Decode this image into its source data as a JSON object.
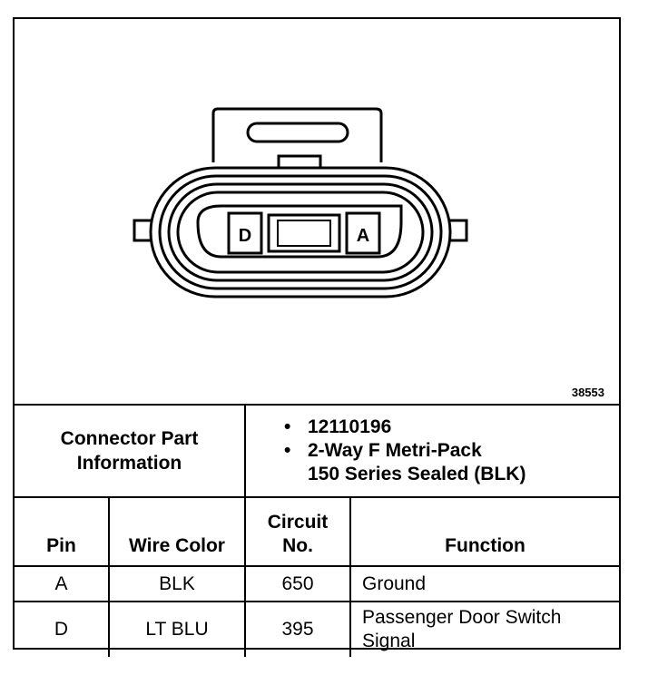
{
  "figure_id": "38553",
  "connector": {
    "pins_shown": [
      "D",
      "A"
    ]
  },
  "part_info": {
    "label_lines": [
      "Connector Part",
      "Information"
    ],
    "bullet": "•",
    "part_number": "12110196",
    "description_line1": "2-Way F Metri-Pack",
    "description_line2": "150 Series Sealed (BLK)"
  },
  "table": {
    "headers": {
      "pin": "Pin",
      "wire_color": "Wire Color",
      "circuit_line1": "Circuit",
      "circuit_line2": "No.",
      "function": "Function"
    },
    "rows": [
      {
        "pin": "A",
        "wire_color": "BLK",
        "circuit": "650",
        "function_line1": "Ground",
        "function_line2": ""
      },
      {
        "pin": "D",
        "wire_color": "LT BLU",
        "circuit": "395",
        "function_line1": "Passenger Door Switch",
        "function_line2": "Signal"
      }
    ]
  }
}
